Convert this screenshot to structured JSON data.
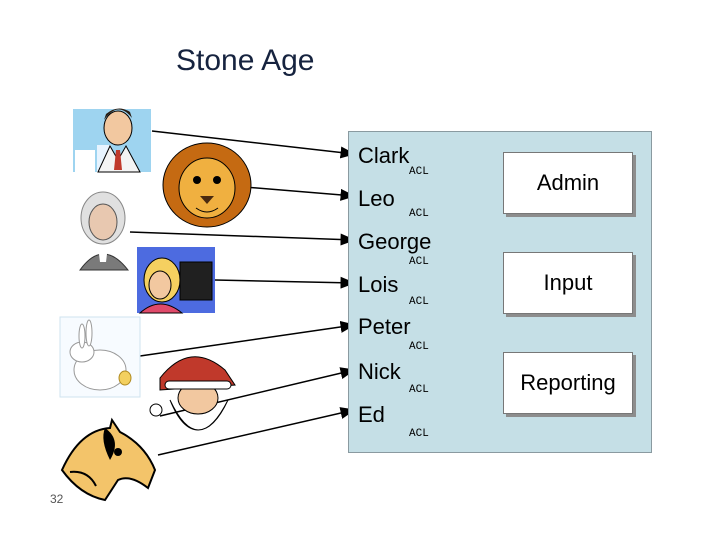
{
  "title": "Stone Age",
  "users": [
    {
      "name": "Clark"
    },
    {
      "name": "Leo"
    },
    {
      "name": "George"
    },
    {
      "name": "Lois"
    },
    {
      "name": "Peter"
    },
    {
      "name": "Nick"
    },
    {
      "name": "Ed"
    }
  ],
  "acl_label": "ACL",
  "roles": [
    "Admin",
    "Input",
    "Reporting"
  ],
  "slide_number": "32",
  "colors": {
    "panel": "#c5dfe6",
    "title": "#16233f"
  }
}
